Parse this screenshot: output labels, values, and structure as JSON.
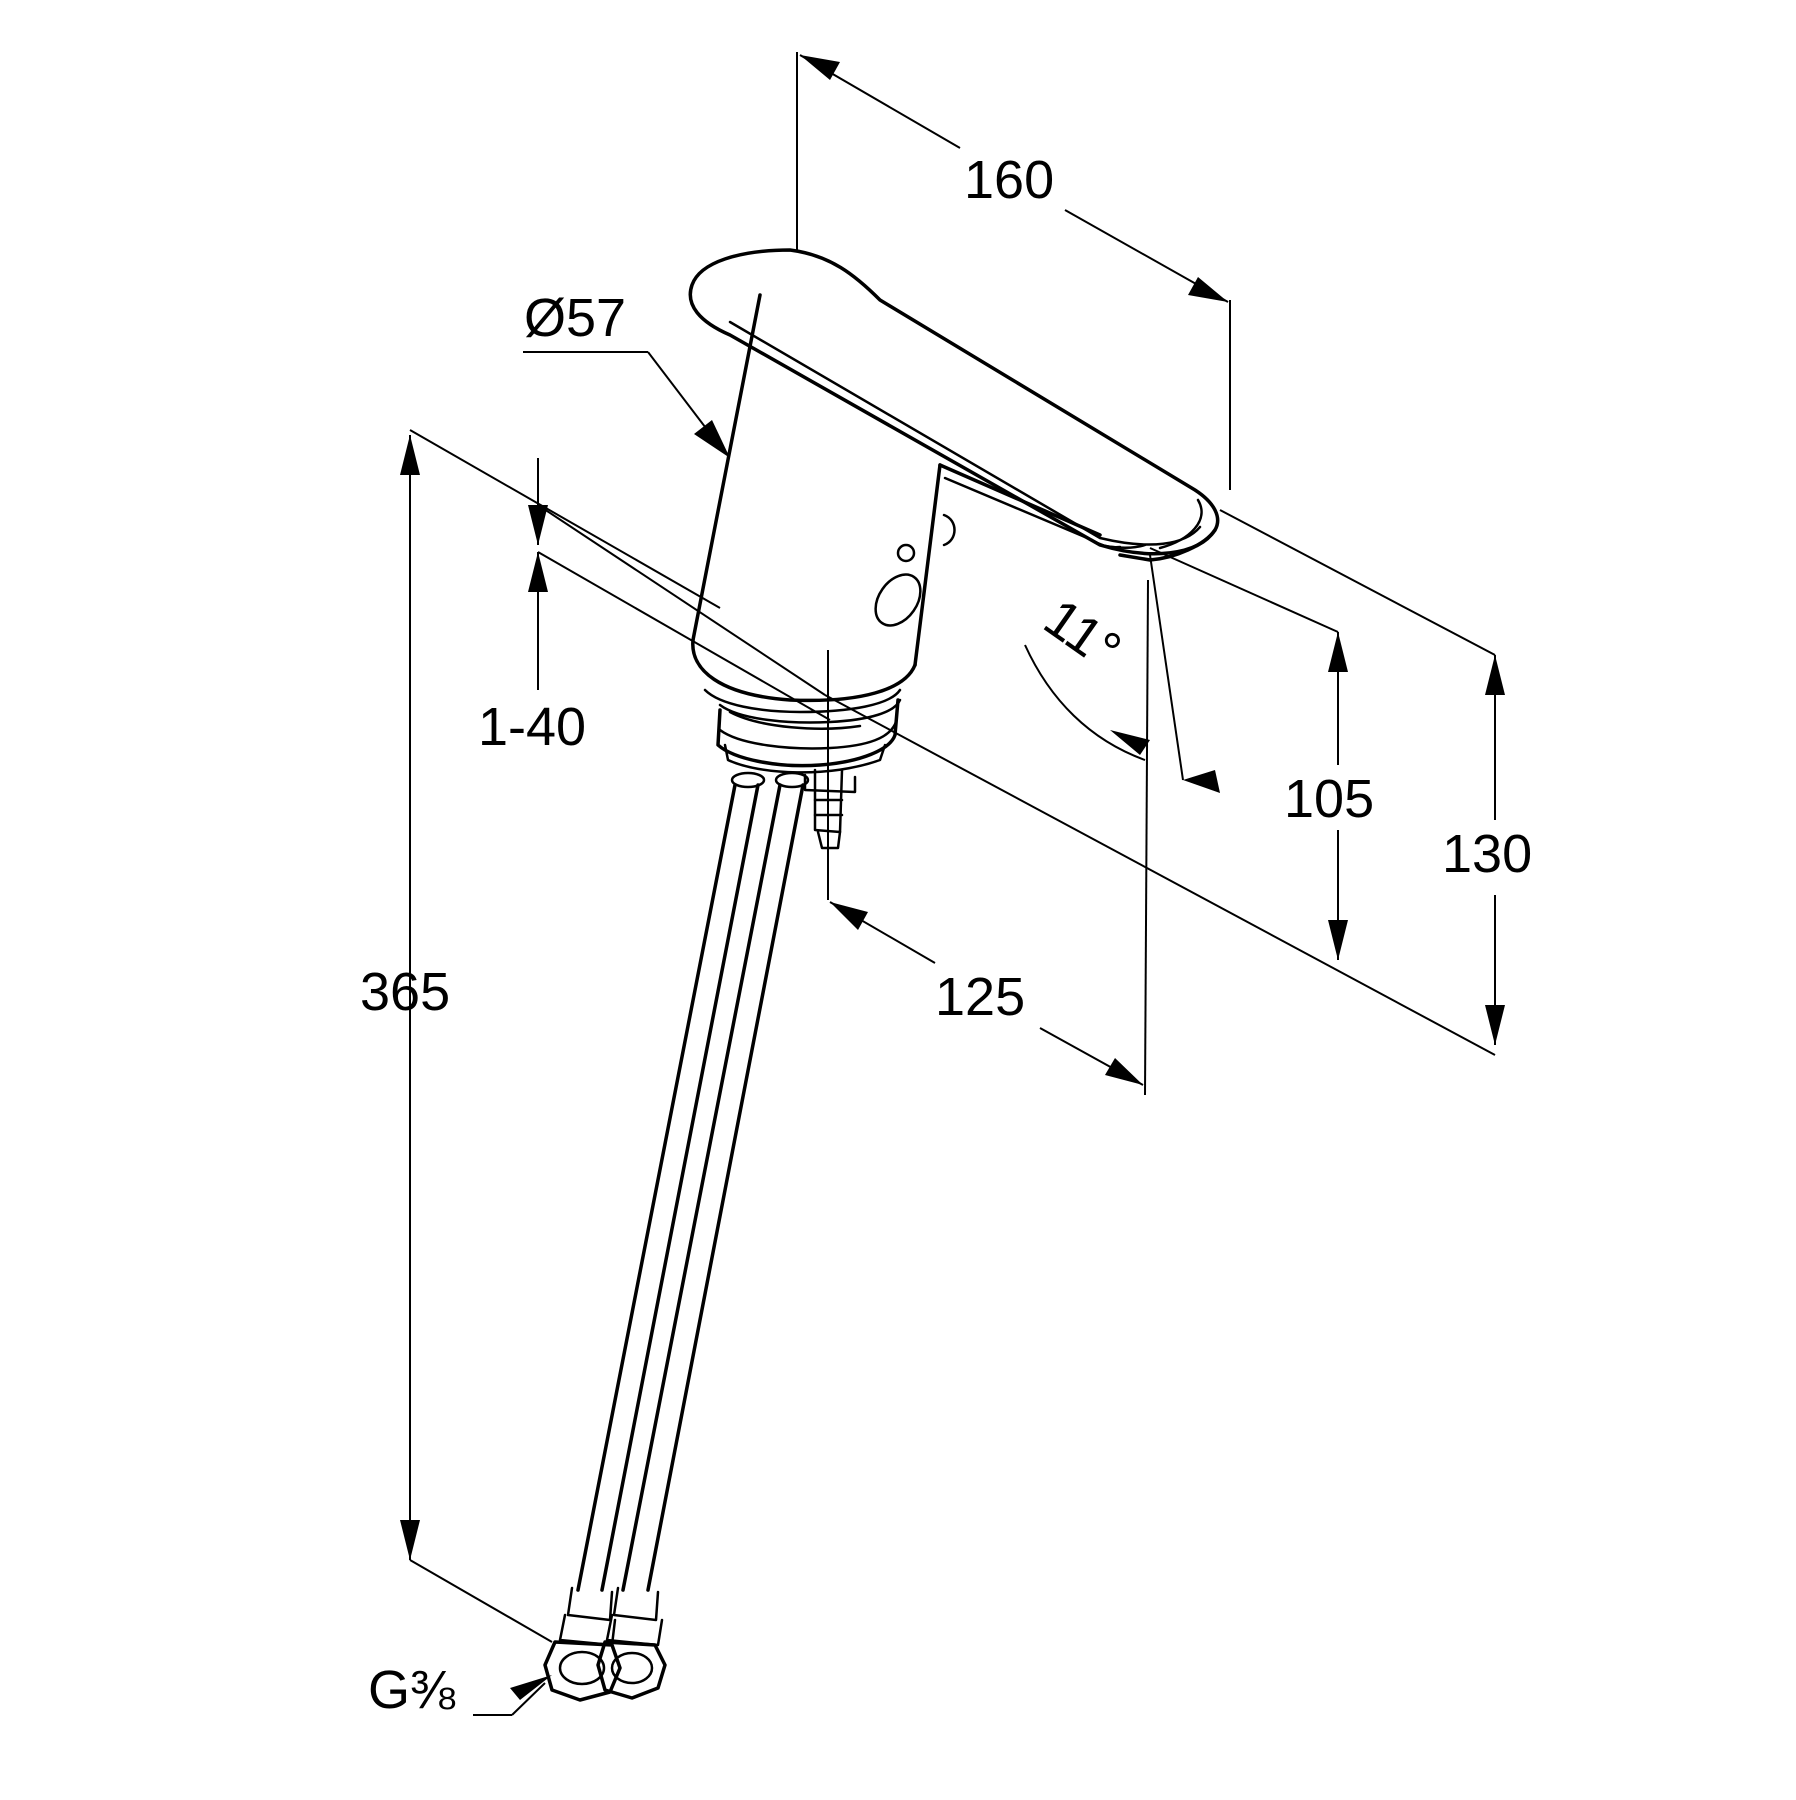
{
  "dimensions": {
    "length": "160",
    "body_diameter": "Ø57",
    "mounting_range": "1-40",
    "supply_hose_length": "365",
    "spout_reach": "125",
    "spout_height": "105",
    "total_height": "130",
    "spout_angle": "11°",
    "connection_thread": "G⅜"
  },
  "colors": {
    "line": "#000000",
    "background": "#ffffff"
  }
}
